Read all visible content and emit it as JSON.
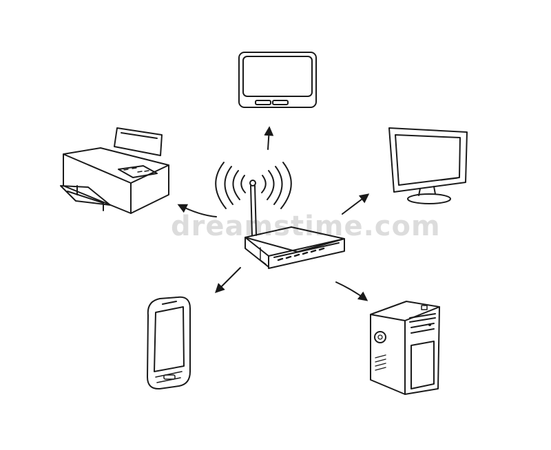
{
  "watermark": {
    "text": "dreamstime.com"
  },
  "colors": {
    "ink": "#1a1a1a",
    "watermark": "#dcdcdc",
    "background": "#ffffff"
  },
  "nodes": [
    {
      "id": "router",
      "icon": "wifi-router-icon"
    },
    {
      "id": "tablet",
      "icon": "tablet-icon"
    },
    {
      "id": "monitor",
      "icon": "monitor-icon"
    },
    {
      "id": "printer",
      "icon": "printer-icon"
    },
    {
      "id": "smartphone",
      "icon": "smartphone-icon"
    },
    {
      "id": "desktop-tower",
      "icon": "desktop-tower-icon"
    }
  ],
  "edges": [
    {
      "from": "router",
      "to": "tablet"
    },
    {
      "from": "router",
      "to": "monitor"
    },
    {
      "from": "router",
      "to": "printer"
    },
    {
      "from": "router",
      "to": "smartphone"
    },
    {
      "from": "router",
      "to": "desktop-tower"
    }
  ]
}
